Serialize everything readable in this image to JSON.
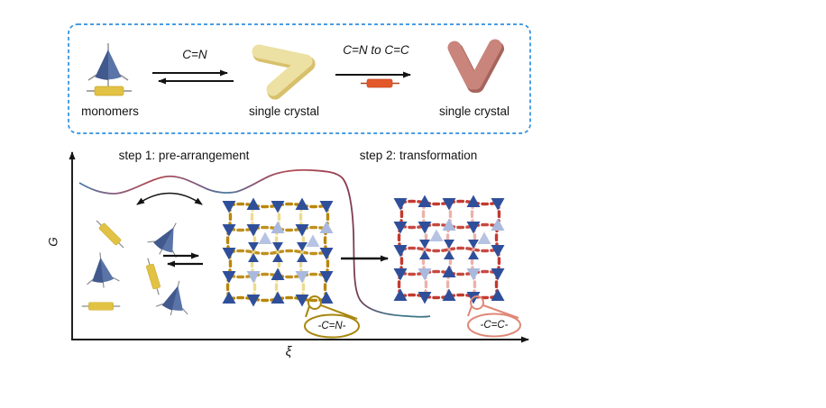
{
  "figure": {
    "scheme": {
      "monomers_label": "monomers",
      "reaction1_label": "C=N",
      "crystal1_label": "single crystal",
      "reaction2_label": "C=N to C=C",
      "crystal2_label": "single crystal"
    },
    "diagram": {
      "step1_label": "step 1: pre-arrangement",
      "step2_label": "step 2: transformation",
      "y_axis_label": "G",
      "x_axis_label": "ξ",
      "imine_callout_label": "-C=N-",
      "alkene_callout_label": "-C=C-"
    }
  },
  "colors": {
    "box_border": "#2f8fe0",
    "node_blue": "#2f4f9b",
    "node_blue_light": "#aab9de",
    "cone_blue": "#5a74a8",
    "cone_blue_dark": "#42598e",
    "linker_yellow": "#e2c244",
    "crystal_yellow": "#ece0a2",
    "crystal_red": "#c9847b",
    "linker_orange": "#e2582a",
    "bond_gold": "#b8870b",
    "bond_gold_light": "#ecd784",
    "bond_red": "#c23a30",
    "bond_red_light": "#eaaaa2",
    "callout_olive": "#a8860d",
    "callout_salmon": "#e08878",
    "curve_blue": "#4a7ba6",
    "curve_red": "#b24a52",
    "curve_teal": "#3c7587"
  }
}
